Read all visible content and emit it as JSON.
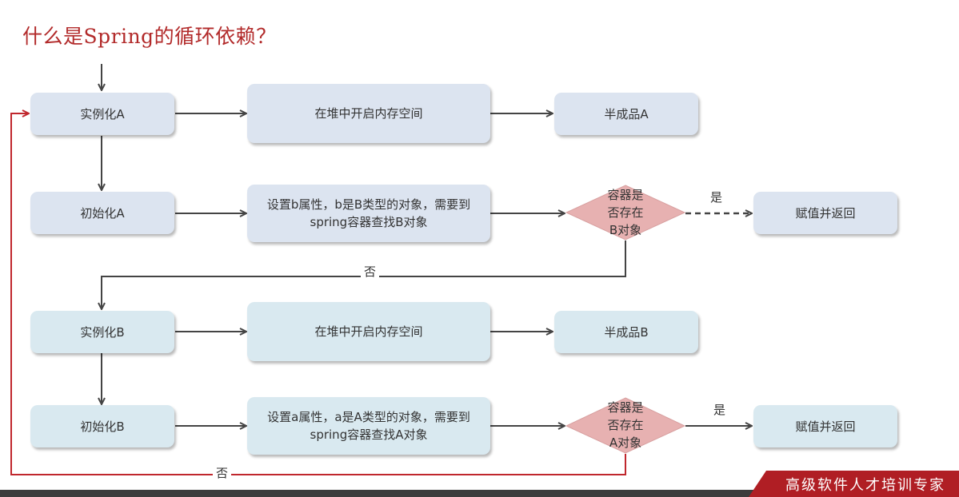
{
  "title": "什么是Spring的循环依赖？",
  "nodes": {
    "instantiate_a": "实例化A",
    "heap_alloc_a": "在堆中开启内存空间",
    "half_product_a": "半成品A",
    "init_a": "初始化A",
    "set_b_prop": "设置b属性，b是B类型的对象，需要到spring容器查找B对象",
    "check_b_line1": "容器是",
    "check_b_line2": "否存在",
    "check_b_line3": "B对象",
    "assign_return_1": "赋值并返回",
    "instantiate_b": "实例化B",
    "heap_alloc_b": "在堆中开启内存空间",
    "half_product_b": "半成品B",
    "init_b": "初始化B",
    "set_a_prop": "设置a属性，a是A类型的对象，需要到spring容器查找A对象",
    "check_a_line1": "容器是",
    "check_a_line2": "否存在",
    "check_a_line3": "A对象",
    "assign_return_2": "赋值并返回"
  },
  "edge_labels": {
    "yes_1": "是",
    "no_1": "否",
    "yes_2": "是",
    "no_2": "否"
  },
  "colors": {
    "title": "#b22a2a",
    "box_a": "#dce4f0",
    "box_b": "#d9e9f0",
    "diamond": "#e7b1b1",
    "arrow": "#444444",
    "loop_arrow": "#c0272d",
    "footer_red": "#b01e24"
  },
  "footer": {
    "slogan": "高级软件人才培训专家"
  }
}
